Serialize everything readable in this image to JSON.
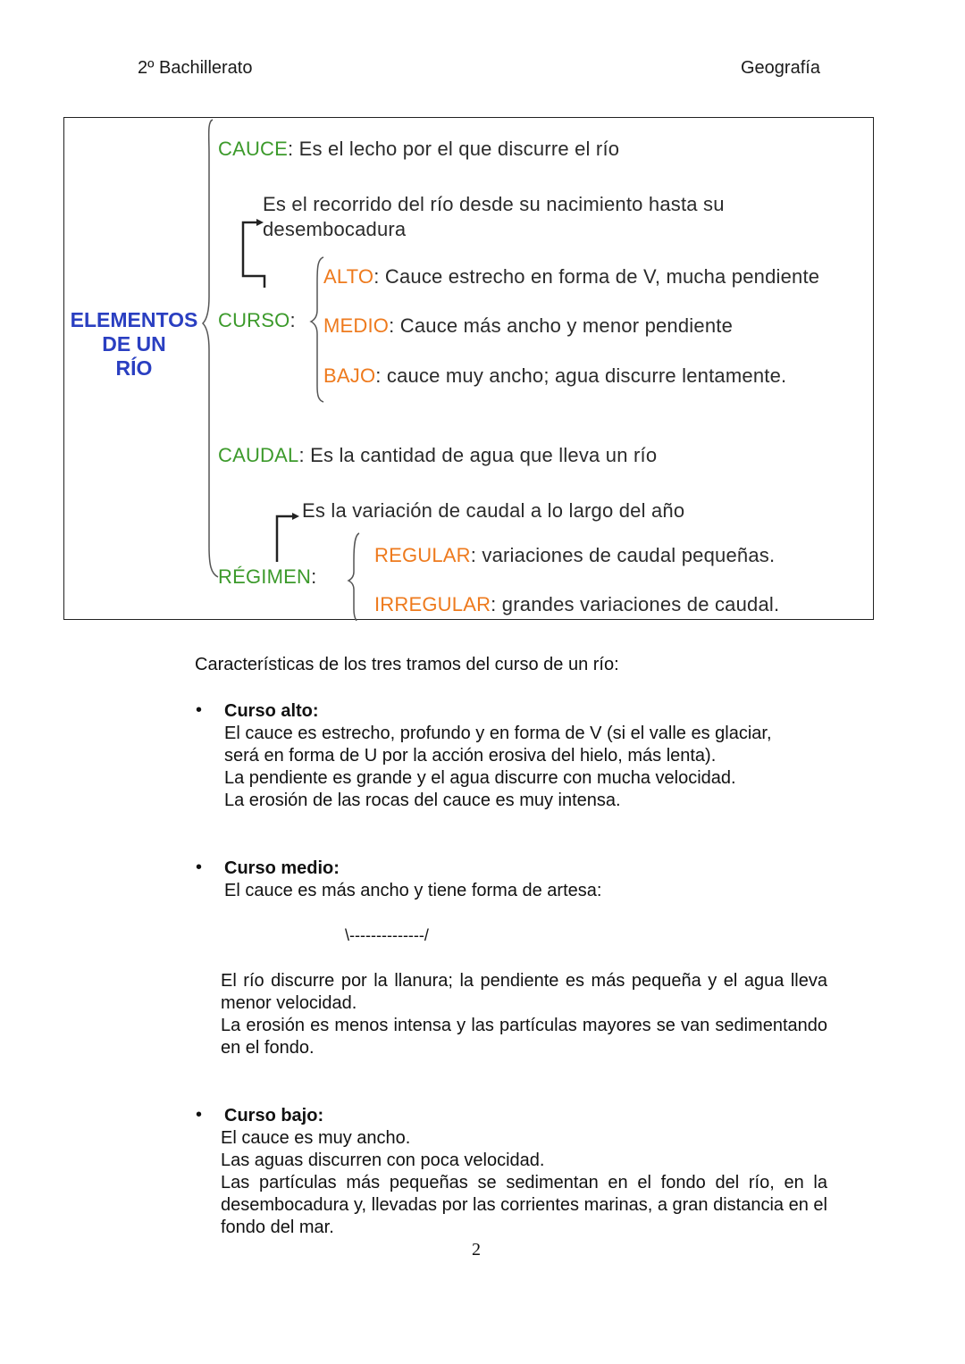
{
  "header": {
    "left": "2º Bachillerato",
    "right": "Geografía"
  },
  "diagram": {
    "title_line1": "ELEMENTOS",
    "title_line2": "DE UN",
    "title_line3": "RÍO",
    "cauce": {
      "term": "CAUCE",
      "text": ": Es el lecho por el que discurre el río"
    },
    "curso": {
      "term": "CURSO",
      "colon": ":",
      "definition_line1": "Es el recorrido del río desde su nacimiento hasta su",
      "definition_line2": "desembocadura",
      "tramos": [
        {
          "term": "ALTO",
          "text": ": Cauce estrecho en forma de V, mucha pendiente"
        },
        {
          "term": "MEDIO",
          "text": ": Cauce más ancho y menor pendiente"
        },
        {
          "term": "BAJO",
          "text": ": cauce muy ancho; agua discurre lentamente."
        }
      ]
    },
    "caudal": {
      "term": "CAUDAL",
      "text": ": Es la cantidad de agua que lleva un río"
    },
    "regimen": {
      "term": "RÉGIMEN",
      "colon": ":",
      "definition": "Es la variación de caudal a lo largo del año",
      "tipos": [
        {
          "term": "REGULAR",
          "text": ": variaciones de caudal pequeñas."
        },
        {
          "term": "IRREGULAR",
          "text": ": grandes variaciones de caudal."
        }
      ]
    },
    "colors": {
      "term_green": "#3c9a2b",
      "term_orange": "#ee7a1d",
      "title_blue": "#2a3fc1"
    }
  },
  "intro": "Características de los tres tramos del curso de un río:",
  "sections": {
    "alto": {
      "heading": "Curso alto:",
      "lines": [
        "El cauce es estrecho, profundo y en forma de V (si el valle es glaciar,",
        "será en forma de U por la acción erosiva del hielo, más lenta).",
        "La pendiente es grande y el agua discurre con mucha velocidad.",
        "La erosión de las rocas del cauce es muy intensa."
      ]
    },
    "medio": {
      "heading": "Curso medio:",
      "line1": "El cauce es más ancho y tiene forma de artesa:",
      "artesa": "\\--------------/",
      "para1": "El río discurre por la llanura; la pendiente es más pequeña y el agua lleva menor velocidad.",
      "para2": "La erosión es menos intensa y las partículas mayores se van sedimentando en el fondo."
    },
    "bajo": {
      "heading": "Curso bajo:",
      "line1": "El cauce es muy ancho.",
      "line2": "Las aguas discurren con poca velocidad.",
      "para": "Las partículas más pequeñas se sedimentan en el fondo del río, en la desembocadura y, llevadas por las corrientes marinas, a gran distancia en el fondo del mar."
    },
    "bullet": "•"
  },
  "page_number": "2"
}
